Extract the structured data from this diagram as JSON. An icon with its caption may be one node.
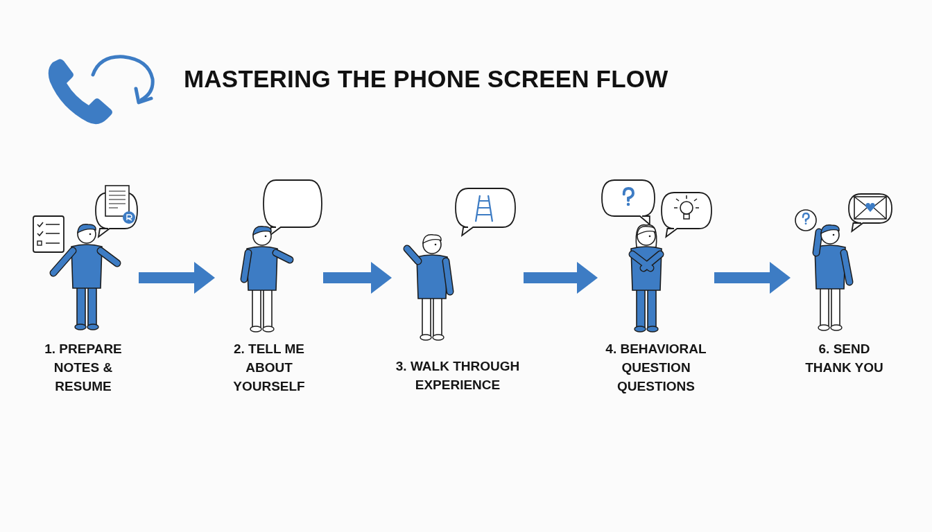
{
  "diagram": {
    "title": "MASTERING THE PHONE SCREEN FLOW",
    "nodes": [
      {
        "text": [
          "1. PREPARE NOTES & RESUME"
        ]
      },
      {
        "text": [
          "2. TELL ME ABOUT YOURSELF"
        ]
      },
      {
        "text": [
          "3. WALK THROUGH EXPERIENCE"
        ]
      },
      {
        "text": [
          "4. BEHAVIORAL QUESTION QUESTIONS"
        ]
      },
      {
        "text": [
          "6. SEND THANK YOU"
        ]
      }
    ],
    "edges": [
      {
        "from": 0,
        "to": 1,
        "arrow": "to"
      },
      {
        "from": 1,
        "to": 2,
        "arrow": "to"
      },
      {
        "from": 2,
        "to": 3,
        "arrow": "to"
      },
      {
        "from": 3,
        "to": 4,
        "arrow": "to"
      }
    ]
  }
}
